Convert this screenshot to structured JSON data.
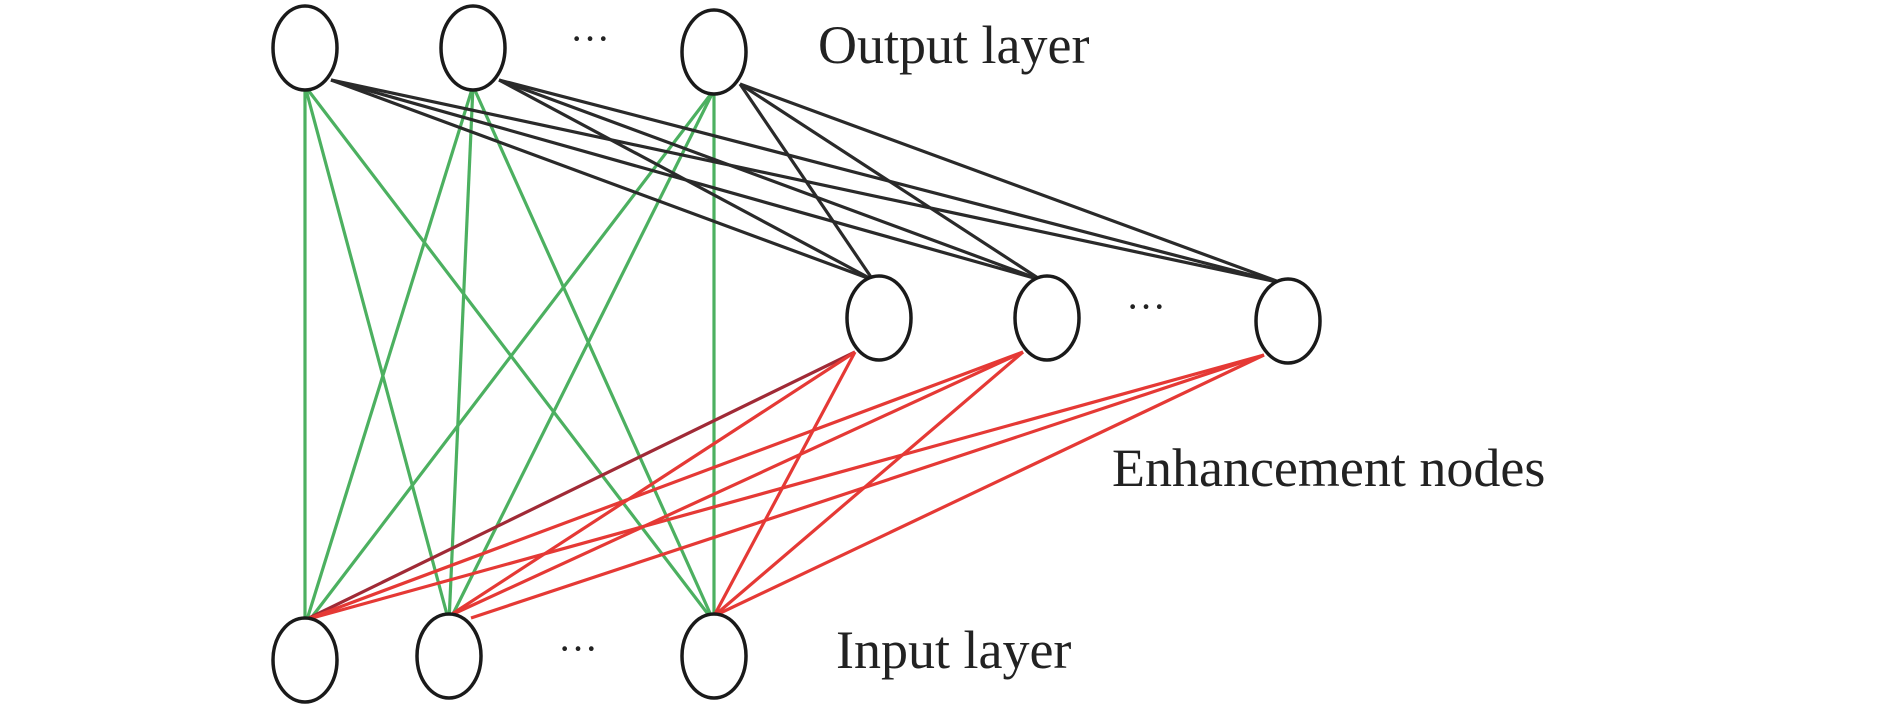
{
  "labels": {
    "output_layer": "Output layer",
    "enhancement_nodes": "Enhancement nodes",
    "input_layer": "Input layer",
    "ellipsis": "···"
  },
  "colors": {
    "node_stroke": "#1a1a1a",
    "output_enhancement_edges": "#2a2a2a",
    "input_output_edges": "#4cb060",
    "input_enhancement_edges": "#e53935",
    "highlight_edge": "#a02a36"
  },
  "structure": {
    "output_nodes": 3,
    "enhancement_nodes": 3,
    "input_nodes": 3
  }
}
